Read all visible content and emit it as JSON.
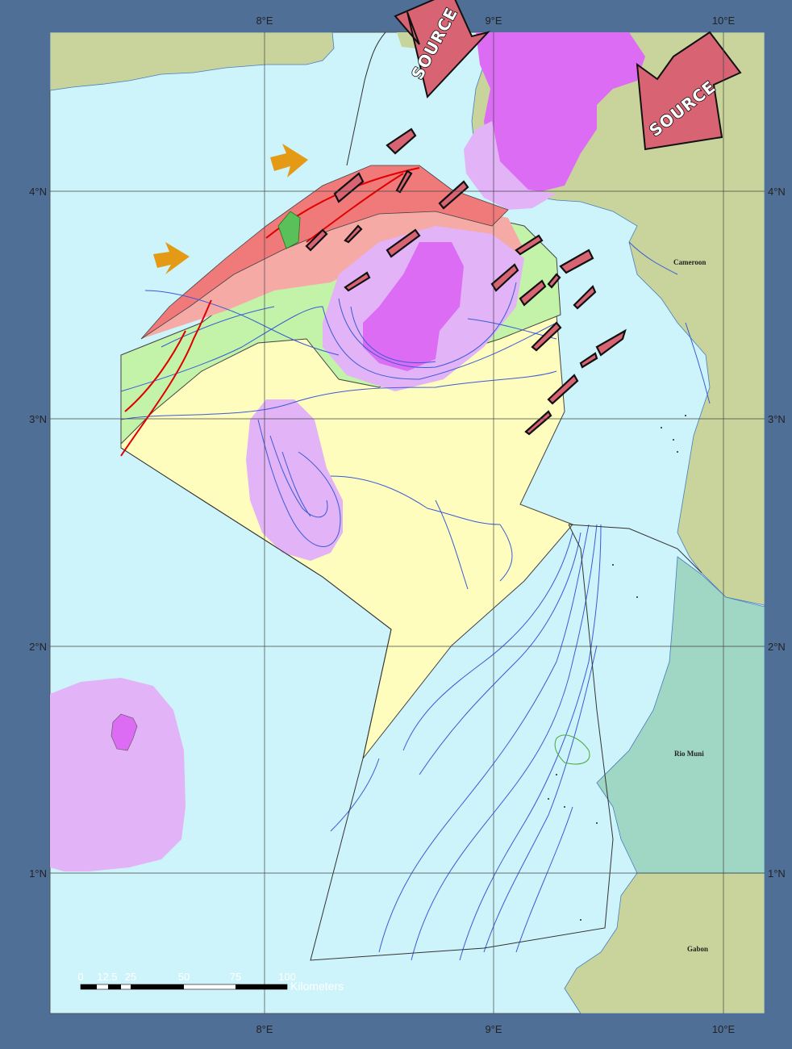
{
  "map": {
    "longitude_labels": [
      "8°E",
      "9°E",
      "10°E"
    ],
    "latitude_labels": [
      "4°N",
      "3°N",
      "2°N",
      "1°N"
    ],
    "place_labels": {
      "cameroon": "Cameroon",
      "rio_muni": "Rio Muni",
      "gabon": "Gabon"
    },
    "arrows": {
      "source_left": "SOURCE",
      "source_right": "SOURCE"
    },
    "scale_bar": {
      "ticks": [
        "0",
        "12.5",
        "25",
        "50",
        "75",
        "100"
      ],
      "unit": "Kilometers"
    },
    "colors": {
      "sea": "#cdf3fb",
      "land": "#c8d49b",
      "rio_muni": "#9fd6c4",
      "magenta": "#dd6cf5",
      "lavender": "#e2b3f6",
      "red_zone": "#f0797a",
      "pink_zone": "#f6aaa6",
      "green_zone": "#c3f3a9",
      "yellow_zone": "#fefdbd",
      "orange_arrow": "#e59a16",
      "source_arrow": "#d86373"
    }
  }
}
